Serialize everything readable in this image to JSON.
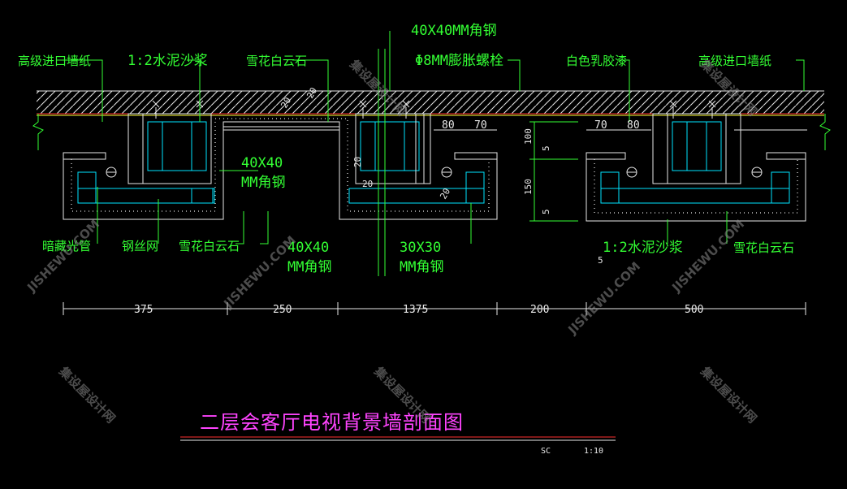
{
  "labels": {
    "angle_steel_top": "40X40MM角钢",
    "wallpaper_left": "高级进口墙纸",
    "cement_mortar_top": "1:2水泥沙浆",
    "marble_top": "雪花白云石",
    "anchor_bolt": "Φ8MM膨胀螺栓",
    "latex_paint": "白色乳胶漆",
    "wallpaper_right": "高级进口墙纸",
    "angle_steel_mid_1": "40X40",
    "angle_steel_mid_2": "MM角钢",
    "hidden_light": "暗藏光管",
    "wire_mesh": "钢丝网",
    "marble_bottom_left": "雪花白云石",
    "angle_steel_bottom_1": "40X40",
    "angle_steel_bottom_2": "MM角钢",
    "angle_steel_small_1": "30X30",
    "angle_steel_small_2": "MM角钢",
    "cement_mortar_bottom": "1:2水泥沙浆",
    "marble_bottom_right": "雪花白云石"
  },
  "dimensions": {
    "bottom": [
      "375",
      "250",
      "1375",
      "200",
      "500"
    ],
    "right_detail_a": "80",
    "right_detail_b": "70",
    "right_detail_c": "70",
    "right_detail_d": "80",
    "vertical_100": "100",
    "vertical_150": "150",
    "vertical_5a": "5",
    "vertical_5b": "5",
    "vertical_5c": "5",
    "small_20": "20",
    "small_20b": "20",
    "small_20c": "20",
    "small_20d": "20",
    "small_20e": "20"
  },
  "title": "二层会客厅电视背景墙剖面图",
  "scale": {
    "label": "SC",
    "value": "1:10"
  },
  "watermarks": {
    "cn": "集设屋设计网",
    "en": "JISHEWU.COM"
  },
  "colors": {
    "background": "#000000",
    "annotation": "#33ff33",
    "outline": "#e8e8e8",
    "steel": "#00e5ff",
    "title": "#ff44ff",
    "ceiling_line": "#ff3030"
  }
}
